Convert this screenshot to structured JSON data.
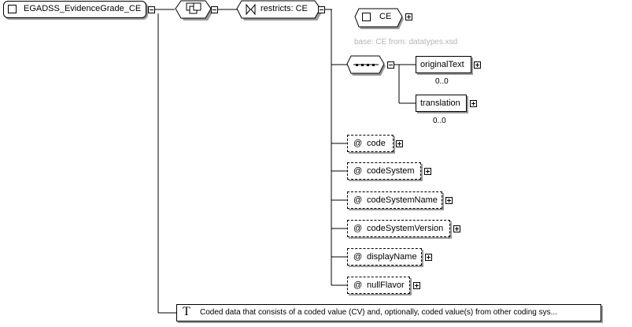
{
  "root": {
    "name": "EGADSS_EvidenceGrade_CE"
  },
  "restriction": {
    "label": "restricts: CE"
  },
  "base_type": {
    "name": "CE",
    "note": "base: CE from: datatypes.xsd"
  },
  "sequence": {
    "elements": [
      {
        "name": "originalText",
        "occurs": "0..0"
      },
      {
        "name": "translation",
        "occurs": "0..0"
      }
    ]
  },
  "attributes": [
    {
      "prefix": "@",
      "name": "code"
    },
    {
      "prefix": "@",
      "name": "codeSystem"
    },
    {
      "prefix": "@",
      "name": "codeSystemName"
    },
    {
      "prefix": "@",
      "name": "codeSystemVersion"
    },
    {
      "prefix": "@",
      "name": "displayName"
    },
    {
      "prefix": "@",
      "name": "nullFlavor"
    }
  ],
  "documentation": {
    "glyph": "T",
    "text": "Coded data that consists of a coded value (CV) and, optionally, coded value(s) from other coding sys..."
  }
}
